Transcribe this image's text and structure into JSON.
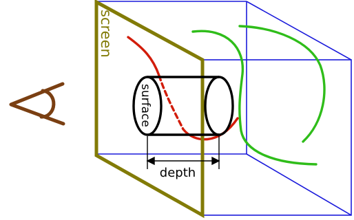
{
  "labels": {
    "screen": "screen",
    "surface": "surface",
    "depth": "depth"
  },
  "colors": {
    "screen": "#827b07",
    "frustum": "#1a1adb",
    "clip_curve": "#d21c0a",
    "scene_curves": "#2fbd1a",
    "cylinder": "#000000",
    "eye": "#7a3f12"
  }
}
